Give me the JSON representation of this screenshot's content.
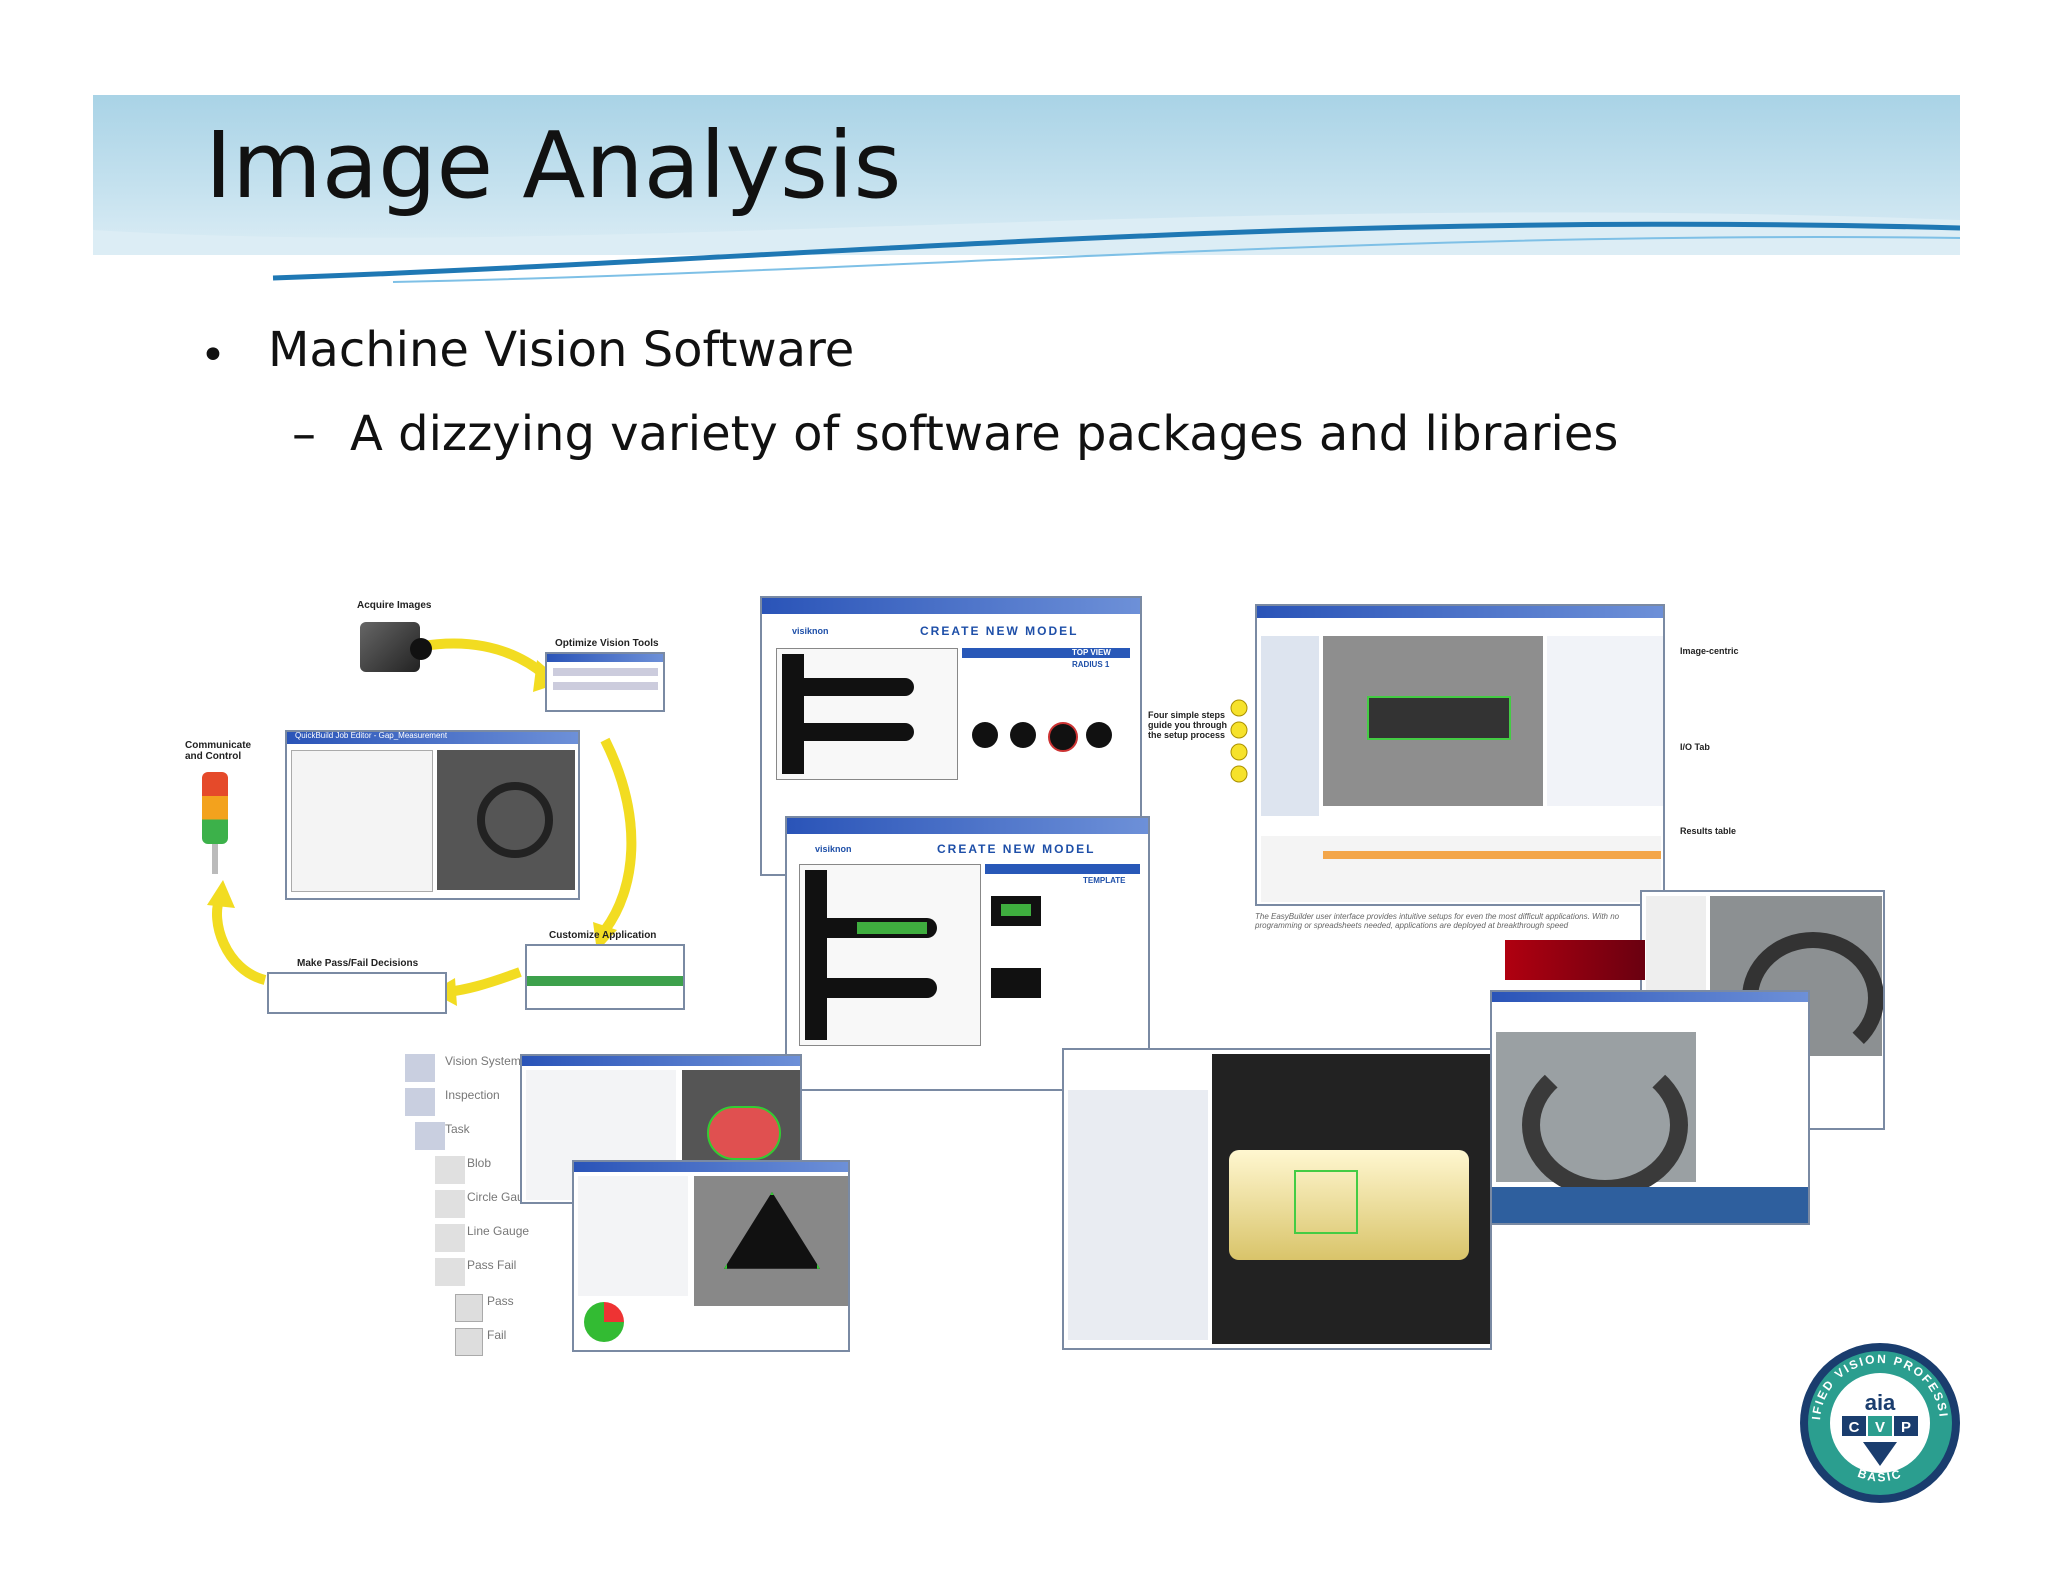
{
  "slide": {
    "title": "Image Analysis",
    "bullet": "Machine Vision Software",
    "sub_bullet": "A dizzying variety of software packages and libraries",
    "bullet_marker": "•",
    "sub_marker": "–"
  },
  "collage": {
    "workflow": {
      "acquire": "Acquire Images",
      "optimize": "Optimize Vision Tools",
      "communicate": "Communicate and Control",
      "editor_title": "QuickBuild Job Editor - Gap_Measurement",
      "pass_fail": "Make Pass/Fail Decisions",
      "customize": "Customize Application"
    },
    "model_window": {
      "heading": "CREATE NEW MODEL",
      "heading2": "CREATE NEW MODEL",
      "brand": "visiknon",
      "top_view": "TOP VIEW",
      "radius": "RADIUS 1",
      "template": "TEMPLATE"
    },
    "easybuilder": {
      "steps_note": "Four simple steps guide you through the setup process",
      "callout_image": "Image-centric",
      "callout_io": "I/O Tab",
      "callout_results": "Results table",
      "caption": "The EasyBuilder user interface provides intuitive setups for even the most difficult applications. With no programming or spreadsheets needed, applications are deployed at breakthrough speed"
    },
    "tree": {
      "items": [
        "Vision System",
        "Inspection",
        "Task",
        "Blob",
        "Circle Gauge",
        "Line Gauge",
        "Pass Fail",
        "Pass",
        "Fail"
      ]
    }
  },
  "badge": {
    "top_text": "CERTIFIED VISION PROFESSIONAL",
    "brand": "aia",
    "letters": [
      "C",
      "V",
      "P"
    ],
    "level": "BASIC"
  },
  "colors": {
    "header_band": "#bcdcec",
    "swoosh": "#1f78b4",
    "badge_ring": "#1a3d6e",
    "badge_teal": "#2b9e8f"
  }
}
